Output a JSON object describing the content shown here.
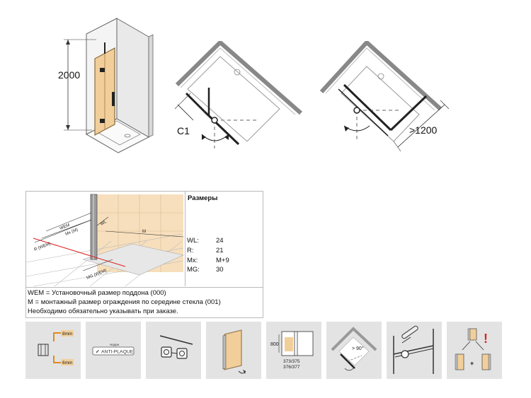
{
  "top": {
    "height_label": "2000",
    "c1_label": "C1",
    "width_label": ">1200"
  },
  "table": {
    "title": "Размеры",
    "rows": [
      {
        "key": "WL:",
        "val": "24"
      },
      {
        "key": "R:",
        "val": "21"
      },
      {
        "key": "Mx:",
        "val": "M+9"
      },
      {
        "key": "MG:",
        "val": "30"
      }
    ],
    "diagram_labels": {
      "wem": "WEM",
      "mx": "Mx (M)",
      "r": "R (WEM)",
      "wl": "WL",
      "m": "M",
      "mg": "MG (WEM)"
    },
    "notes": [
      "WEM = Установочный размер поддона (000)",
      "M = монтажный размер ограждения по середине стекла (001)",
      "Необходимо обязательно указывать при заказе."
    ]
  },
  "icons": {
    "mm_top": "8mm",
    "mm_bottom": "6mm",
    "anti_plaque": "ANTI-PLAQUE",
    "anti_plaque_brand": "Huppe",
    "dim_800": "800",
    "codes_1": "373/375",
    "codes_2": "376/377",
    "angle": "> 90°",
    "alert": "!"
  },
  "colors": {
    "glass": "#f2cf9a",
    "glass_edge": "#9a7d55",
    "accent_orange": "#e08a1e",
    "accent_red": "#e02020",
    "icon_bg": "#e3e3e3"
  }
}
